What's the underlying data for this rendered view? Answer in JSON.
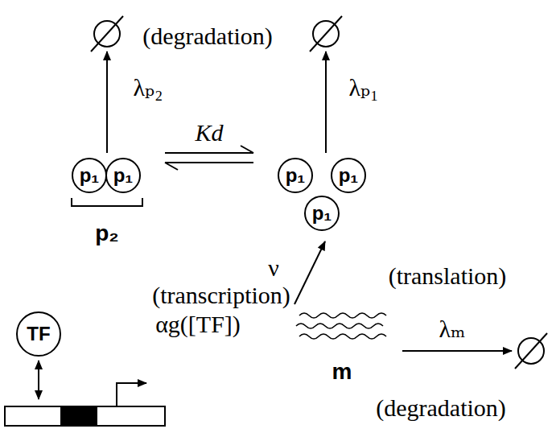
{
  "diagram": {
    "nodes": [
      {
        "text": [
          "p₁"
        ]
      },
      {
        "text": [
          "p₁"
        ]
      },
      {
        "text": [
          "p₁"
        ]
      },
      {
        "text": [
          "p₁"
        ]
      },
      {
        "text": [
          "p₁"
        ]
      },
      {
        "text": [
          "TF"
        ]
      }
    ],
    "edges": [
      {
        "from": 1,
        "to": 2,
        "label": "Kd",
        "arrow": "both"
      }
    ],
    "labels": [
      "(degradation)",
      "λₚ₂",
      "λₚ₁",
      "p₂",
      "ν",
      "(translation)",
      "(transcription)",
      "αg([TF])",
      "m",
      "λₘ",
      "(degradation)"
    ]
  }
}
